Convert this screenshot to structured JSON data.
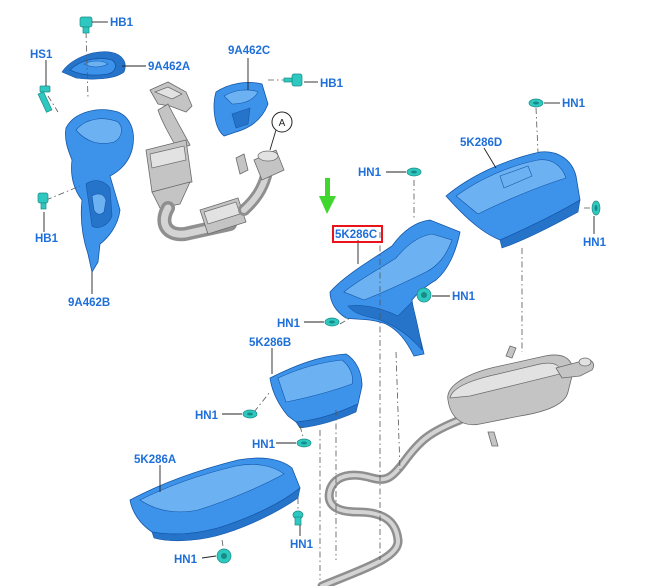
{
  "labels": {
    "hb1_top": "HB1",
    "part_9a462a": "9A462A",
    "hs1": "HS1",
    "part_9a462c": "9A462C",
    "hb1_right": "HB1",
    "ref_a": "A",
    "hb1_left": "HB1",
    "part_9a462b": "9A462B",
    "hn1_top_right": "HN1",
    "part_5k286d": "5K286D",
    "hn1_5k286c_top": "HN1",
    "part_5k286c": "5K286C",
    "hn1_5k286d_right": "HN1",
    "hn1_5k286c_right": "HN1",
    "hn1_5k286c_left": "HN1",
    "part_5k286b": "5K286B",
    "hn1_5k286b_left": "HN1",
    "hn1_5k286b_bottom": "HN1",
    "part_5k286a": "5K286A",
    "hn1_5k286a_right": "HN1",
    "hn1_5k286a_bottom": "HN1"
  },
  "highlight": {
    "part": "5K286C",
    "box_color": "#e8131b",
    "arrow_color": "#3fd62e"
  },
  "colors": {
    "label_text": "#1e6fd9",
    "shield_fill": "#3d93ea",
    "fastener_fill": "#2fc8c0",
    "pipe": "#8f8f8f"
  }
}
